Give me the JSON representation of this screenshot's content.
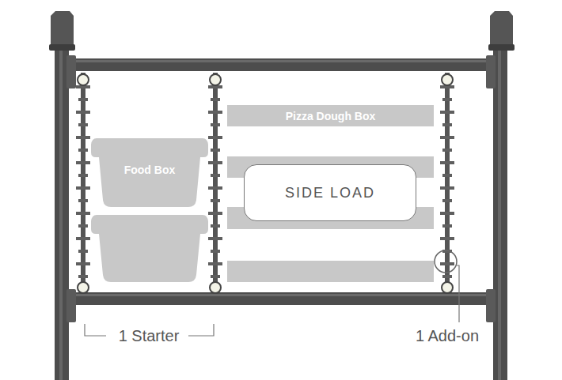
{
  "diagram": {
    "nodes": [
      {
        "text": [
          "Pizza Dough Box"
        ]
      },
      {
        "text": [
          "Food Box"
        ]
      },
      {
        "text": [
          "SIDE LOAD"
        ]
      }
    ],
    "labels": [
      "1 Starter",
      "1 Add-on"
    ]
  }
}
